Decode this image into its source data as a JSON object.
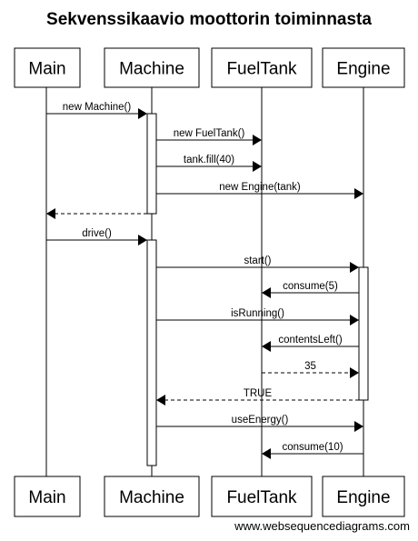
{
  "title": "Sekvenssikaavio moottorin toiminnasta",
  "participants": [
    "Main",
    "Machine",
    "FuelTank",
    "Engine"
  ],
  "messages": [
    {
      "from": 0,
      "to": 1,
      "label": "new Machine()",
      "kind": "sync"
    },
    {
      "from": 1,
      "to": 2,
      "label": "new FuelTank()",
      "kind": "sync"
    },
    {
      "from": 1,
      "to": 2,
      "label": "tank.fill(40)",
      "kind": "sync"
    },
    {
      "from": 1,
      "to": 3,
      "label": "new Engine(tank)",
      "kind": "sync"
    },
    {
      "from": 1,
      "to": 0,
      "label": "",
      "kind": "return"
    },
    {
      "from": 0,
      "to": 1,
      "label": "drive()",
      "kind": "sync"
    },
    {
      "from": 1,
      "to": 3,
      "label": "start()",
      "kind": "sync"
    },
    {
      "from": 3,
      "to": 2,
      "label": "consume(5)",
      "kind": "sync"
    },
    {
      "from": 1,
      "to": 3,
      "label": "isRunning()",
      "kind": "sync"
    },
    {
      "from": 3,
      "to": 2,
      "label": "contentsLeft()",
      "kind": "sync"
    },
    {
      "from": 2,
      "to": 3,
      "label": "35",
      "kind": "return"
    },
    {
      "from": 3,
      "to": 1,
      "label": "TRUE",
      "kind": "return"
    },
    {
      "from": 1,
      "to": 3,
      "label": "useEnergy()",
      "kind": "sync"
    },
    {
      "from": 3,
      "to": 2,
      "label": "consume(10)",
      "kind": "sync"
    }
  ],
  "footer": "www.websequencediagrams.com"
}
